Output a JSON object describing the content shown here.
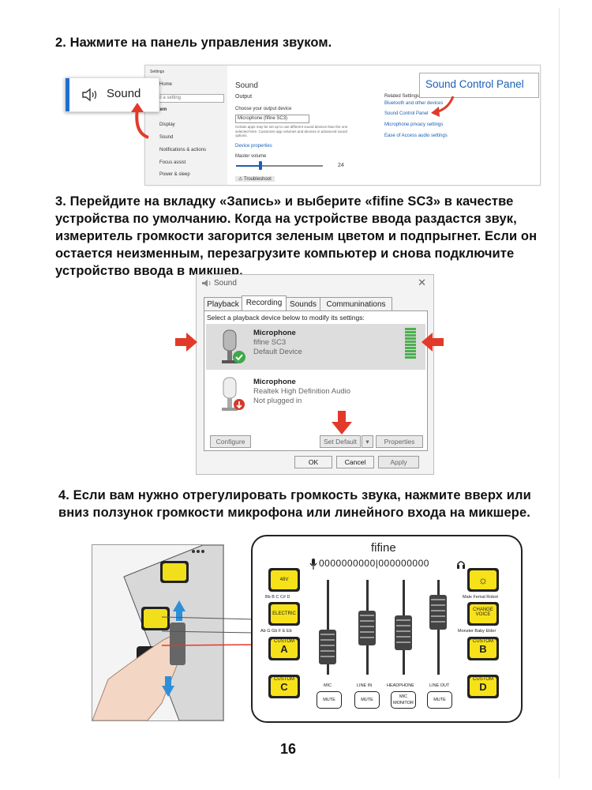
{
  "steps": {
    "s2": "2. Нажмите на панель управления звуком.",
    "s3": "3. Перейдите на вкладку «Запись» и выберите «fifine SC3» в качестве устройства по умолчанию. Когда на устройстве ввода раздастся звук, измеритель громкости загорится зеленым цветом и подпрыгнет. Если он остается неизменным, перезагрузите компьютер и снова подключите устройство ввода в микшер.",
    "s4": "4. Если вам нужно отрегулировать громкость звука, нажмите вверх или вниз ползунок громкости микрофона или линейного входа на микшере."
  },
  "settings": {
    "title": "Settings",
    "home": "Home",
    "search_placeholder": "Find a setting",
    "system": "System",
    "nav": [
      "Display",
      "Sound",
      "Notifications & actions",
      "Focus assist",
      "Power & sleep"
    ],
    "heading": "Sound",
    "output": "Output",
    "choose": "Choose your output device",
    "device": "Microphone (fifine SC3)",
    "desc": "Certain apps may be set up to use different sound devices than the one selected here. Customize app volumes and devices in advanced sound options.",
    "props": "Device properties",
    "master": "Master volume",
    "volume": "24",
    "troubleshoot": "Troubleshoot",
    "related": "Related Settings",
    "links": [
      "Bluetooth and other devices",
      "Sound Control Panel",
      "Microphone privacy settings",
      "Ease of Access audio settings"
    ]
  },
  "callouts": {
    "sound": "Sound",
    "scp": "Sound Control Panel"
  },
  "dialog": {
    "title": "Sound",
    "close": "✕",
    "tabs": [
      "Playback",
      "Recording",
      "Sounds",
      "Communinations"
    ],
    "hint": "Select a playback device below to modify its settings:",
    "devices": [
      {
        "name": "Microphone",
        "line1": "fifine SC3",
        "line2": "Default Device"
      },
      {
        "name": "Microphone",
        "line1": "Realtek High Definition Audio",
        "line2": "Not plugged in"
      }
    ],
    "configure": "Configure",
    "set_default": "Set Default",
    "properties": "Properties",
    "ok": "OK",
    "cancel": "Cancel",
    "apply": "Apply"
  },
  "mixer": {
    "brand": "fifine",
    "meter": "0000000000|000000000",
    "pad_48v": "48V",
    "pad_electric": "ELECTRIC",
    "pad_a_top": "CUSTOM",
    "pad_a": "A",
    "pad_c_top": "CUSTOM",
    "pad_c": "C",
    "pad_b_top": "CUSTOM",
    "pad_b": "B",
    "pad_d_top": "CUSTOM",
    "pad_d": "D",
    "pad_change": "CHANGE VOICE",
    "keys_row1": "Bb  B  C  C# D",
    "keys_row2": "Ab  G  Gb  F   E   Eb",
    "voice_row1": "Male  Femal  Robot",
    "voice_row2": "Monster  Baby  Elder",
    "ch_labels": [
      "MIC",
      "LINE IN",
      "HEADPHONE",
      "LINE OUT"
    ],
    "ch_buttons": [
      "MUTE",
      "MUTE",
      "MIC MONITOR",
      "MUTE"
    ]
  },
  "page_number": "16"
}
